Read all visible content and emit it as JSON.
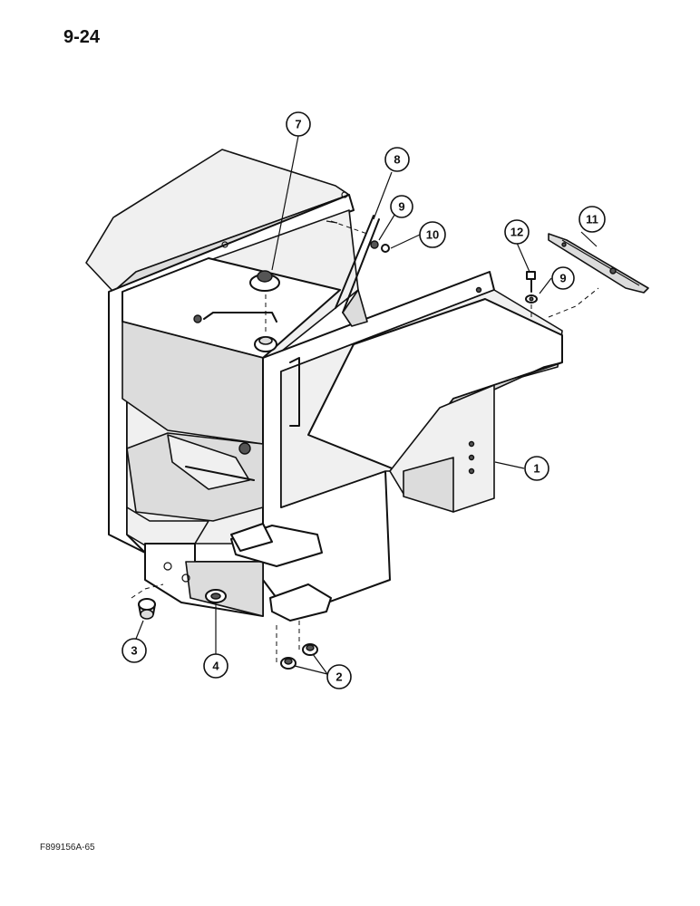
{
  "page": {
    "number": "9-24",
    "figure_code": "F899156A-65"
  },
  "callouts": [
    {
      "id": "c1",
      "label": "1"
    },
    {
      "id": "c2",
      "label": "2"
    },
    {
      "id": "c3",
      "label": "3"
    },
    {
      "id": "c4",
      "label": "4"
    },
    {
      "id": "c7",
      "label": "7"
    },
    {
      "id": "c8",
      "label": "8"
    },
    {
      "id": "c9a",
      "label": "9"
    },
    {
      "id": "c9b",
      "label": "9"
    },
    {
      "id": "c10",
      "label": "10"
    },
    {
      "id": "c11",
      "label": "11"
    },
    {
      "id": "c12",
      "label": "12"
    }
  ]
}
